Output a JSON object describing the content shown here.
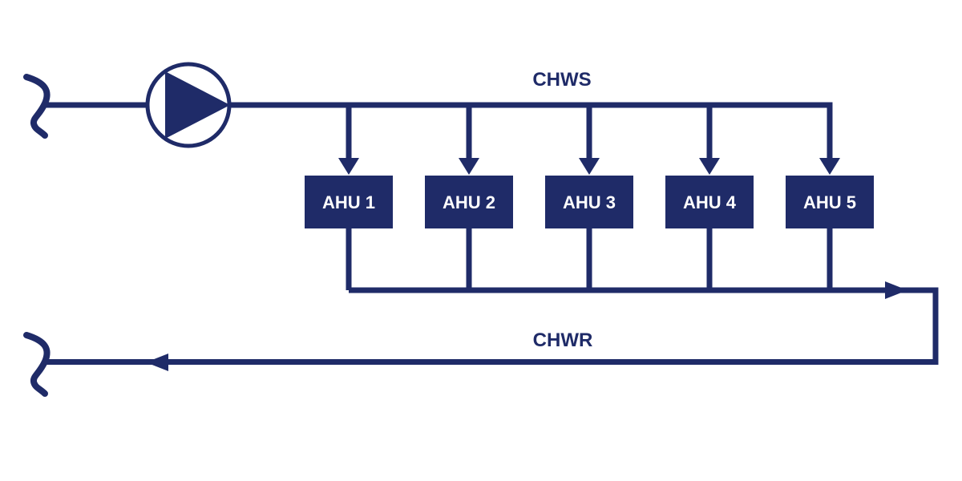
{
  "diagram": {
    "supply_label": "CHWS",
    "return_label": "CHWR",
    "ahus": [
      {
        "label": "AHU 1"
      },
      {
        "label": "AHU 2"
      },
      {
        "label": "AHU 3"
      },
      {
        "label": "AHU 4"
      },
      {
        "label": "AHU 5"
      }
    ],
    "colors": {
      "line": "#1f2b68",
      "box_fill": "#1f2b68",
      "box_text": "#ffffff",
      "background": "#ffffff"
    }
  }
}
